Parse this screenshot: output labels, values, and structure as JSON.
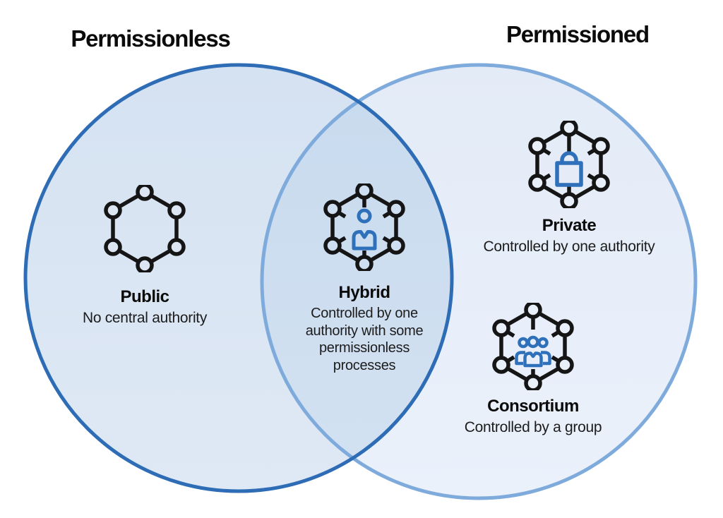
{
  "diagram": {
    "left_set": {
      "title": "Permissionless"
    },
    "right_set": {
      "title": "Permissioned"
    },
    "regions": [
      {
        "id": "public",
        "set": "permissionless",
        "label": "Public",
        "description": "No central authority",
        "icon": "blockchain-network-icon"
      },
      {
        "id": "hybrid",
        "set": "overlap",
        "label": "Hybrid",
        "description": "Controlled by one authority with some permissionless processes",
        "icon": "blockchain-network-user-icon"
      },
      {
        "id": "private",
        "set": "permissioned",
        "label": "Private",
        "description": "Controlled by one authority",
        "icon": "blockchain-network-lock-icon"
      },
      {
        "id": "consortium",
        "set": "permissioned",
        "label": "Consortium",
        "description": "Controlled by a group",
        "icon": "blockchain-network-group-icon"
      }
    ],
    "colors": {
      "permissionless_stroke": "#2e6db6",
      "permissioned_stroke": "#7fabdc",
      "permissionless_fill": "#dbe6f3",
      "permissioned_fill": "#e9eff9",
      "overlap_fill": "#cdddf0",
      "accent_blue": "#2f70ba",
      "icon_black": "#151515",
      "background": "#ffffff"
    }
  }
}
